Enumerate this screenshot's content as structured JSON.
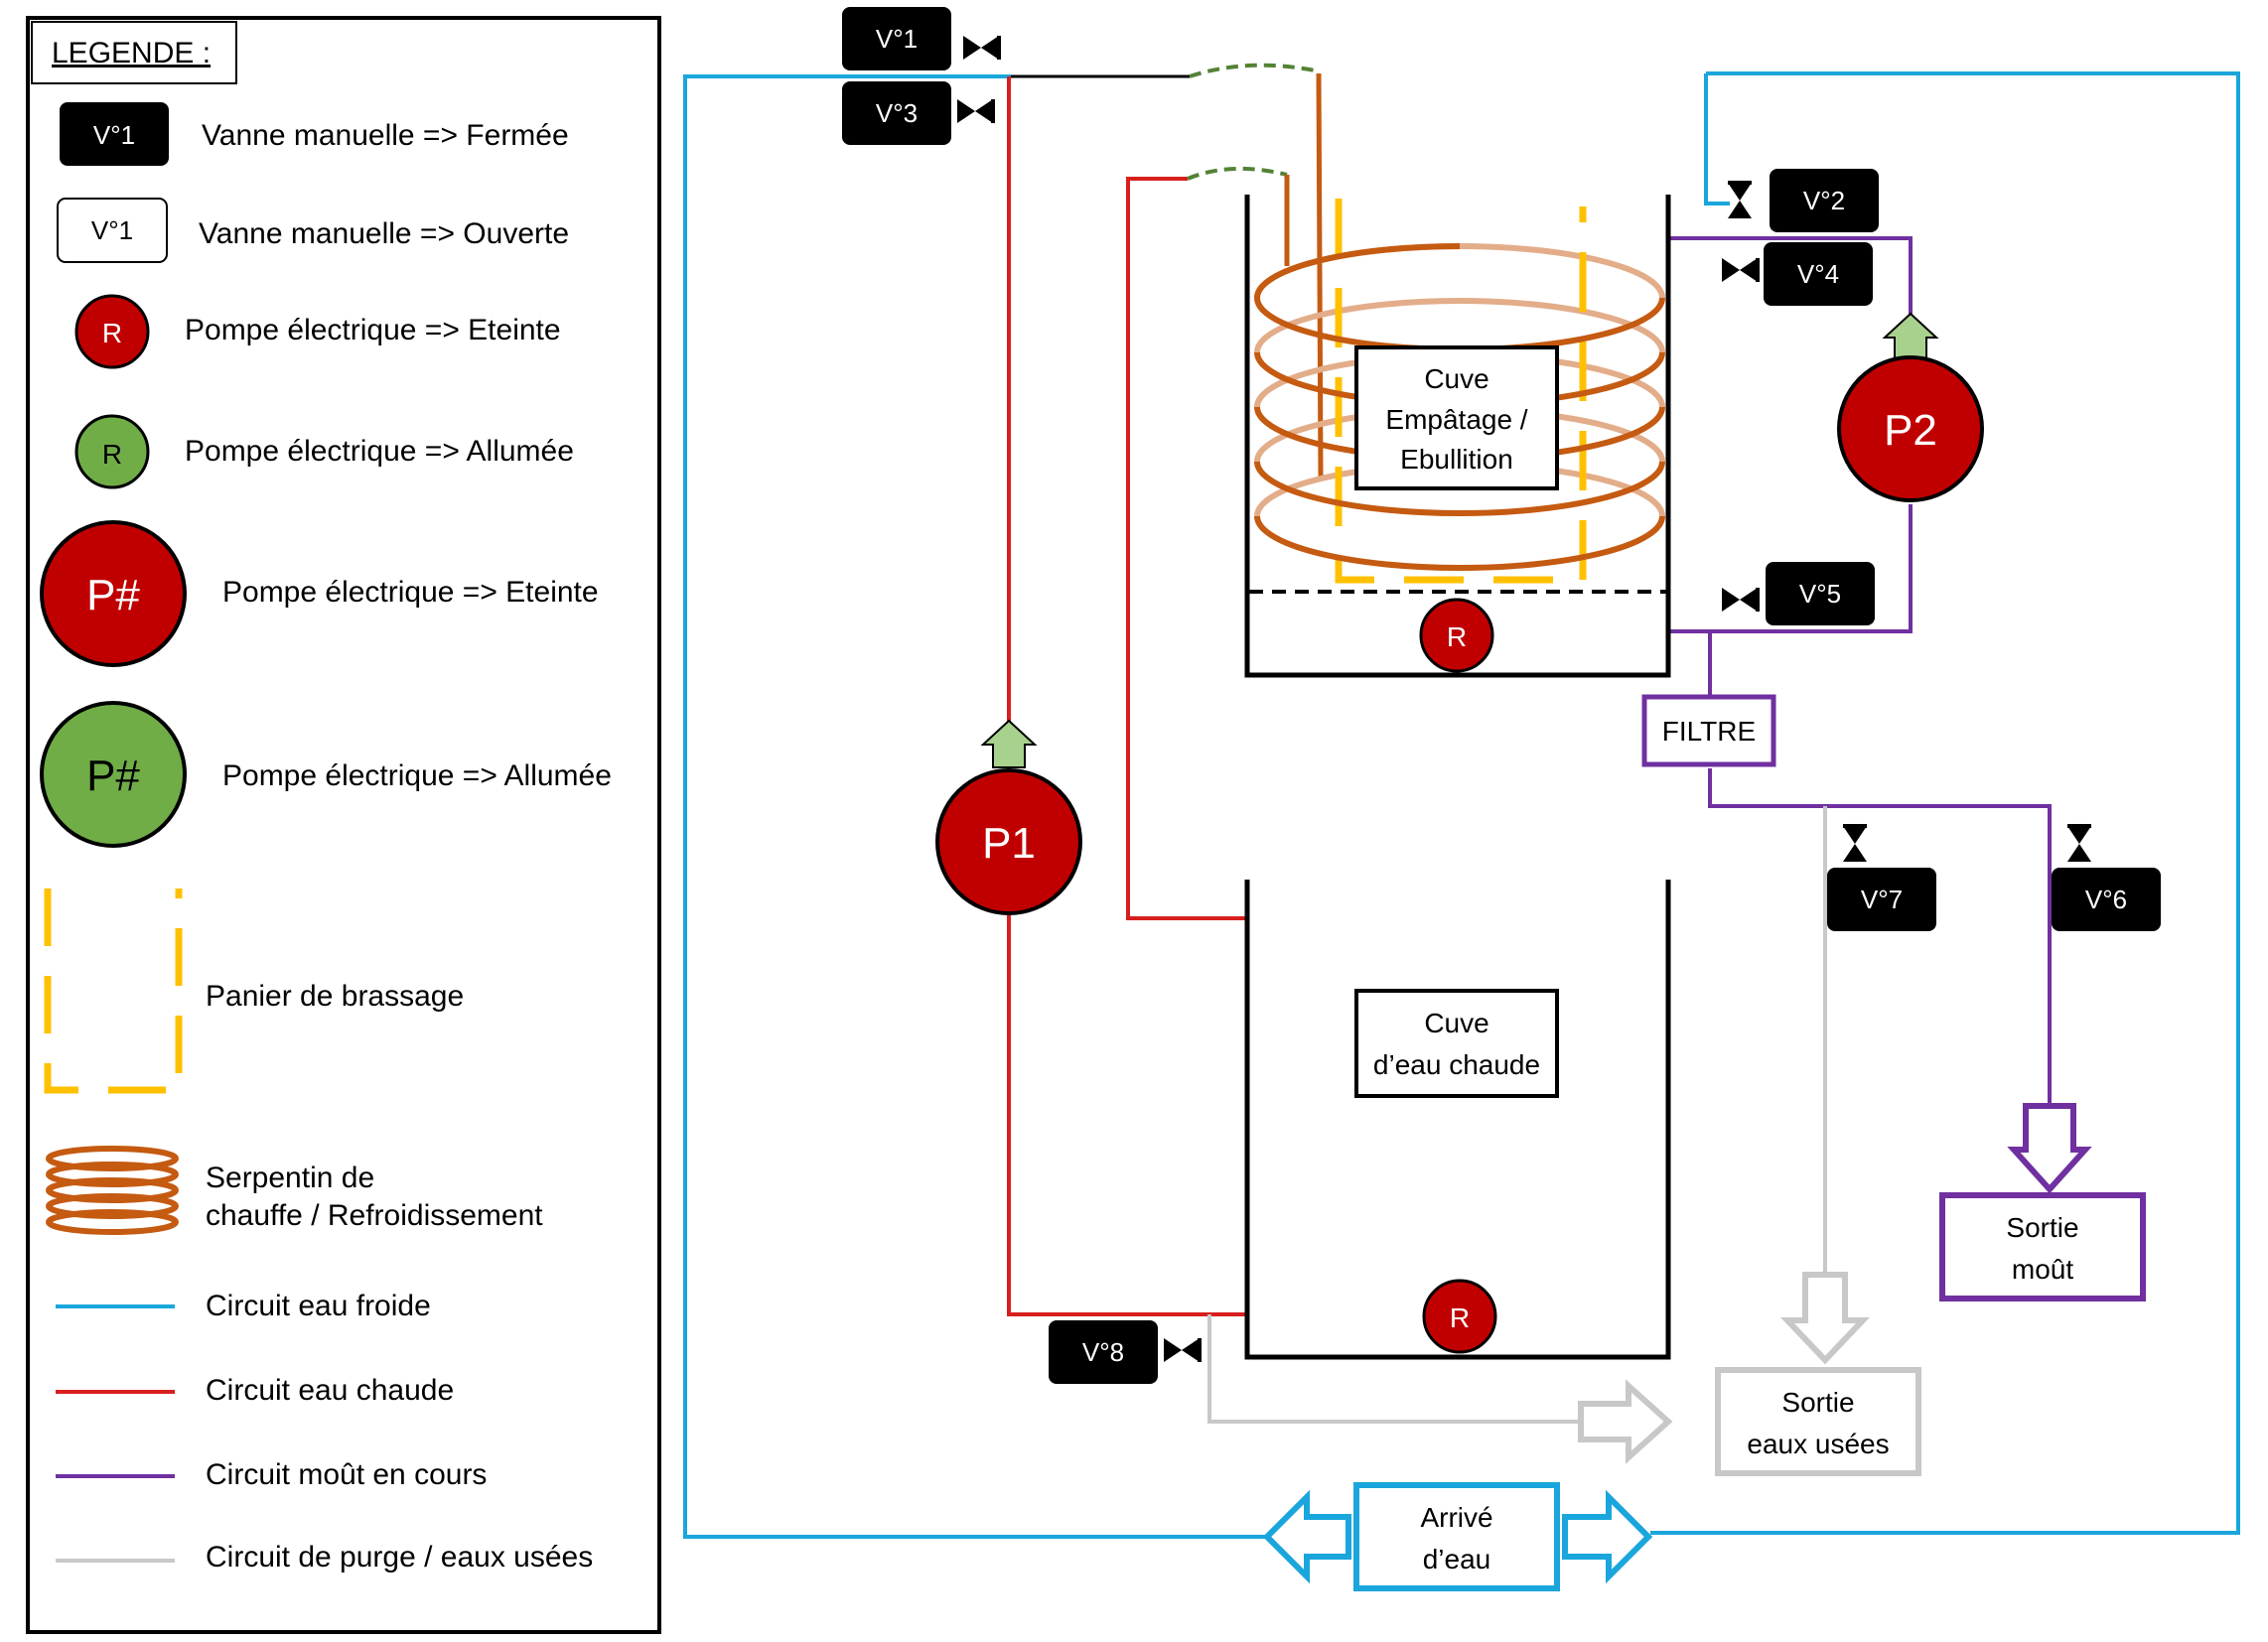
{
  "legend": {
    "title": "LEGENDE :",
    "valve_closed": {
      "badge": "V°1",
      "label": "Vanne manuelle => Fermée"
    },
    "valve_open": {
      "badge": "V°1",
      "label": "Vanne manuelle => Ouverte"
    },
    "pump_small_off": {
      "badge": "R",
      "label": "Pompe électrique => Eteinte"
    },
    "pump_small_on": {
      "badge": "R",
      "label": "Pompe électrique => Allumée"
    },
    "pump_big_off": {
      "badge": "P#",
      "label": "Pompe électrique => Eteinte"
    },
    "pump_big_on": {
      "badge": "P#",
      "label": "Pompe électrique => Allumée"
    },
    "basket": {
      "label": "Panier de brassage"
    },
    "coil": {
      "label_line1": "Serpentin de",
      "label_line2": "chauffe / Refroidissement"
    },
    "cold": {
      "label": "Circuit eau froide"
    },
    "hot": {
      "label": "Circuit eau chaude"
    },
    "wort": {
      "label": "Circuit moût en cours"
    },
    "waste": {
      "label": "Circuit de purge / eaux usées"
    }
  },
  "colors": {
    "cold_water": "#1aa6dc",
    "hot_water": "#d81e1e",
    "wort": "#7030a0",
    "waste": "#c8c8c8",
    "pump_off": "#c00000",
    "pump_on": "#70ad47",
    "basket": "#ffc000",
    "coil": "#c55a11",
    "coil_back": "#e3ad8a",
    "flow_arrow": "#a9d18e"
  },
  "valves": {
    "v1": "V°1",
    "v2": "V°2",
    "v3": "V°3",
    "v4": "V°4",
    "v5": "V°5",
    "v6": "V°6",
    "v7": "V°7",
    "v8": "V°8"
  },
  "pumps": {
    "p1": "P1",
    "p2": "P2",
    "r_mash": "R",
    "r_hot": "R"
  },
  "tanks": {
    "mash_line1": "Cuve",
    "mash_line2": "Empâtage /",
    "mash_line3": "Ebullition",
    "hot_line1": "Cuve",
    "hot_line2": "d’eau chaude"
  },
  "filter": "FILTRE",
  "outputs": {
    "wort_line1": "Sortie",
    "wort_line2": "moût",
    "waste_line1": "Sortie",
    "waste_line2": "eaux usées",
    "inlet_line1": "Arrivé",
    "inlet_line2": "d’eau"
  }
}
